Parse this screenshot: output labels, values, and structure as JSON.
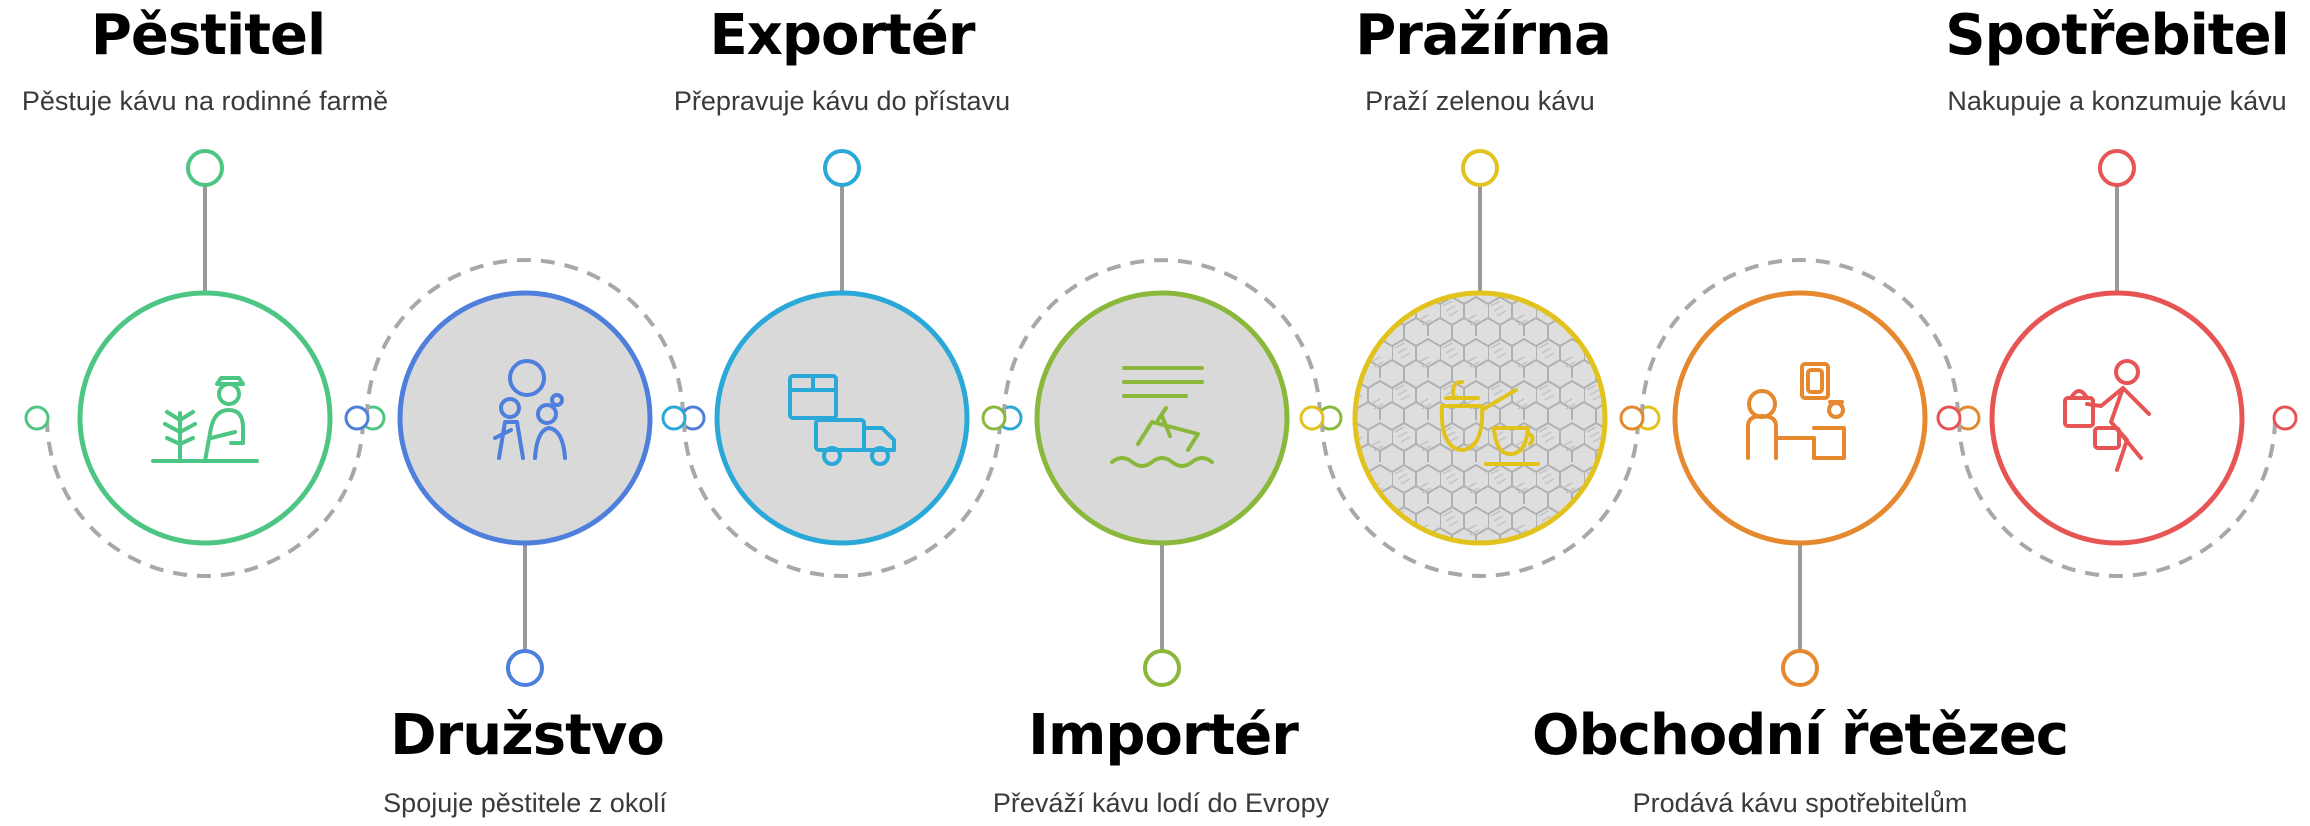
{
  "stages": [
    {
      "id": "pestitel",
      "title": "Pěstitel",
      "description": "Pěstuje kávu na rodinné farmě",
      "color": "#4dc583",
      "icon": "farmer-plant-icon",
      "label_side": "top",
      "filled": false
    },
    {
      "id": "druzstvo",
      "title": "Družstvo",
      "description": "Spojuje pěstitele z okolí",
      "color": "#4f7fdc",
      "icon": "group-people-icon",
      "label_side": "bottom",
      "filled": true
    },
    {
      "id": "exporter",
      "title": "Exportér",
      "description": "Přepravuje kávu do přístavu",
      "color": "#2aa8d8",
      "icon": "box-truck-icon",
      "label_side": "top",
      "filled": true
    },
    {
      "id": "importer",
      "title": "Importér",
      "description": "Převáží kávu lodí do Evropy",
      "color": "#8ab83a",
      "icon": "ship-waves-icon",
      "label_side": "bottom",
      "filled": true
    },
    {
      "id": "prazirna",
      "title": "Pražírna",
      "description": "Praží zelenou kávu",
      "color": "#e2c21c",
      "icon": "coffee-pot-cup-icon",
      "label_side": "top",
      "filled": true
    },
    {
      "id": "obchod",
      "title": "Obchodní řetězec",
      "description": "Prodává kávu spotřebitelům",
      "color": "#e5882e",
      "icon": "store-counter-icon",
      "label_side": "bottom",
      "filled": false
    },
    {
      "id": "spotrebitel",
      "title": "Spotřebitel",
      "description": "Nakupuje a konzumuje kávu",
      "color": "#e75454",
      "icon": "shopper-walking-icon",
      "label_side": "top",
      "filled": false
    }
  ],
  "colors": {
    "connector_gray": "#9a9a9a",
    "dash_gray": "#a8a8a8",
    "fill_gray": "#d9d9d9",
    "text_dark": "#3a3a3a"
  }
}
